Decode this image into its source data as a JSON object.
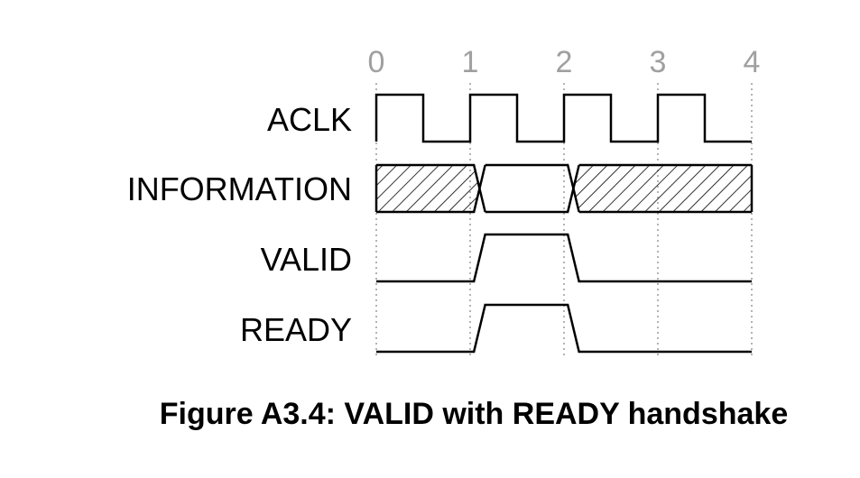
{
  "caption": "Figure A3.4: VALID with READY handshake",
  "time_ticks": [
    "0",
    "1",
    "2",
    "3",
    "4"
  ],
  "signals": [
    {
      "name": "ACLK",
      "kind": "clock",
      "cycles": 4
    },
    {
      "name": "INFORMATION",
      "kind": "bus",
      "valid_from": 1.1,
      "valid_to": 2.1,
      "edge": 0.12
    },
    {
      "name": "VALID",
      "kind": "level",
      "high_from": 1.1,
      "high_to": 2.1,
      "edge": 0.12
    },
    {
      "name": "READY",
      "kind": "level",
      "high_from": 1.1,
      "high_to": 2.1,
      "edge": 0.12
    }
  ],
  "colors": {
    "tick_label": "#a0a0a0",
    "wave": "#000000",
    "grid": "#9a9a9a"
  }
}
